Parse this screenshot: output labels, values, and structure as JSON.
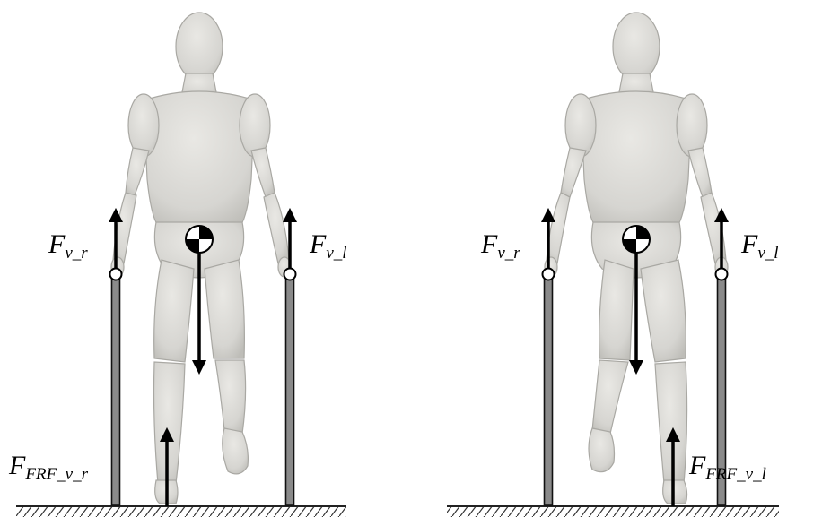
{
  "panels": [
    {
      "support_side": "right",
      "labels": {
        "force_right_pole": {
          "main": "F",
          "sub": "v_r"
        },
        "force_left_pole": {
          "main": "F",
          "sub": "v_l"
        },
        "ground_reaction": {
          "main": "F",
          "sub": "FRF_v_r"
        }
      }
    },
    {
      "support_side": "left",
      "labels": {
        "force_right_pole": {
          "main": "F",
          "sub": "v_r"
        },
        "force_left_pole": {
          "main": "F",
          "sub": "v_l"
        },
        "ground_reaction": {
          "main": "F",
          "sub": "FRF_v_l"
        }
      }
    }
  ],
  "colors": {
    "figure_fill": "#dcdbd7",
    "figure_shade": "#c2c1bc",
    "figure_outline": "#a9a8a3",
    "pole_fill": "#8a8a8a",
    "arrow": "#000000",
    "ground_hatch": "#333333"
  }
}
